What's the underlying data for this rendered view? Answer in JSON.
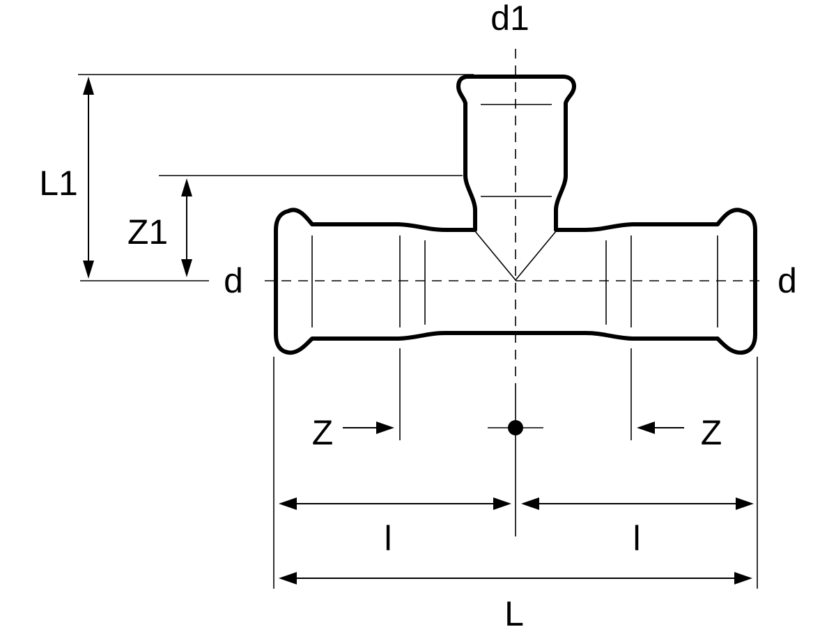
{
  "labels": {
    "d1": "d1",
    "L1": "L1",
    "Z1": "Z1",
    "d_left": "d",
    "d_right": "d",
    "Z_left": "Z",
    "Z_right": "Z",
    "l_left": "l",
    "l_right": "l",
    "L": "L"
  },
  "colors": {
    "stroke": "#000000",
    "background": "#ffffff"
  }
}
